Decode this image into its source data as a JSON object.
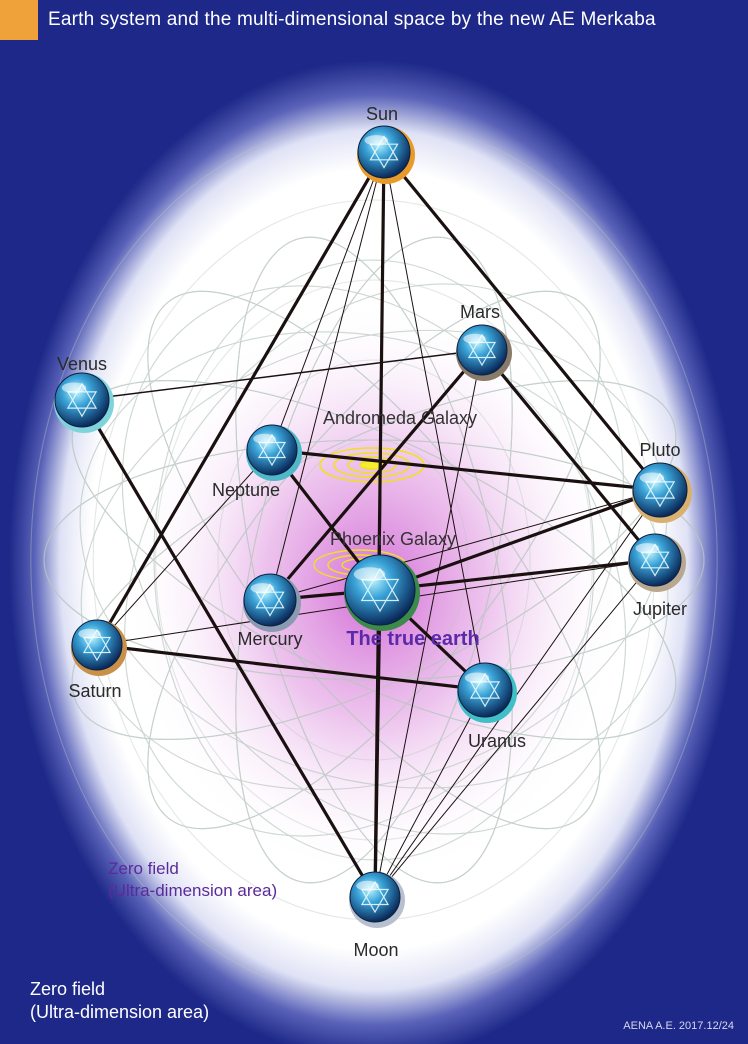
{
  "header": {
    "title": "Earth system and the multi-dimensional space by the new AE Merkaba",
    "accent_color": "#f0a23a"
  },
  "colors": {
    "background_blue": "#1e2a8c",
    "earth_label": "#5b2aa8",
    "zero_field_inner": "#5b2a9a"
  },
  "zero_field_outer": {
    "line1": "Zero field",
    "line2": "(Ultra-dimension area)"
  },
  "zero_field_inner": {
    "line1": "Zero field",
    "line2": "(Ultra-dimension area)"
  },
  "credit": "AENA A.E. 2017.12/24",
  "galaxies": {
    "andromeda": "Andromeda Galaxy",
    "phoenix": "Phoenix Galaxy"
  },
  "earth_label": "The true earth",
  "bodies": [
    {
      "id": "sun",
      "label": "Sun",
      "rim": "#e89a2a"
    },
    {
      "id": "mars",
      "label": "Mars",
      "rim": "#8a7a6a"
    },
    {
      "id": "venus",
      "label": "Venus",
      "rim": "#7fd3dc"
    },
    {
      "id": "neptune",
      "label": "Neptune",
      "rim": "#4fb8c8"
    },
    {
      "id": "pluto",
      "label": "Pluto",
      "rim": "#d8b070"
    },
    {
      "id": "jupiter",
      "label": "Jupiter",
      "rim": "#b8a890"
    },
    {
      "id": "mercury",
      "label": "Mercury",
      "rim": "#8a9ab0"
    },
    {
      "id": "saturn",
      "label": "Saturn",
      "rim": "#c89048"
    },
    {
      "id": "uranus",
      "label": "Uranus",
      "rim": "#3fc0c8"
    },
    {
      "id": "moon",
      "label": "Moon",
      "rim": "#b8c0d0"
    },
    {
      "id": "earth",
      "label": "",
      "rim": "#3a8a4a"
    }
  ]
}
